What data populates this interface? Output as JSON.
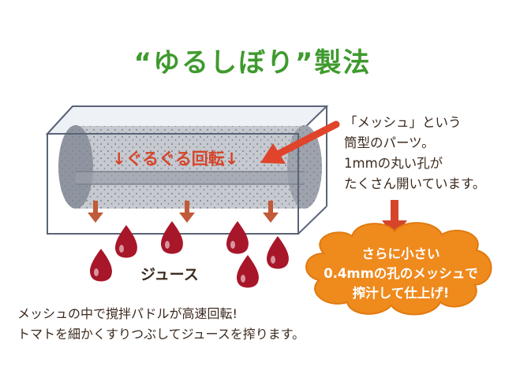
{
  "title": "“ゆるしぼり”製法",
  "rotation_label": "↓ぐるぐる回転↓",
  "callout_lines": [
    "「メッシュ」という",
    "筒型のパーツ。",
    "1mmの丸い孔が",
    "たくさん開いています。"
  ],
  "cloud_lines": [
    "さらに小さい",
    "0.4mmの孔のメッシュで",
    "搾汁して仕上げ!"
  ],
  "juice_label": "ジュース",
  "caption_lines": [
    "メッシュの中で撹拌パドルが高速回転!",
    "トマトを細かくすりつぶしてジュースを搾ります。"
  ],
  "colors": {
    "title": "#3f9a2e",
    "accent_arrow": "#e0442a",
    "drip_arrow": "#c15a38",
    "cloud": "#ef8a1d",
    "juice": "#a8162a",
    "mesh": "#b8bcc4",
    "box_outline": "#5a6478"
  }
}
